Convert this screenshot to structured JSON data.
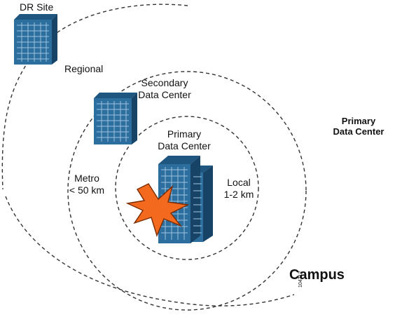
{
  "colors": {
    "building_face": "#2C6E9D",
    "building_side": "#1F5680",
    "building_grid": "#9CC3DF",
    "burst_fill": "#F36A1E",
    "burst_outline": "#7A2A00",
    "ring_line": "#333333",
    "text": "#111111"
  },
  "labels": {
    "dr_site": "DR Site",
    "regional": "Regional",
    "secondary_dc": "Secondary\nData Center",
    "primary_dc_inner": "Primary\nData Center",
    "metro": "Metro\n< 50 km",
    "local": "Local\n1-2 km",
    "primary_dc_outer": "Primary\nData Center",
    "campus": "Campus",
    "figure_id": "104712"
  },
  "icons": {
    "dr_site_building": "building-icon",
    "secondary_building": "building-icon",
    "primary_building": "building-icon",
    "disaster": "explosion-icon"
  }
}
